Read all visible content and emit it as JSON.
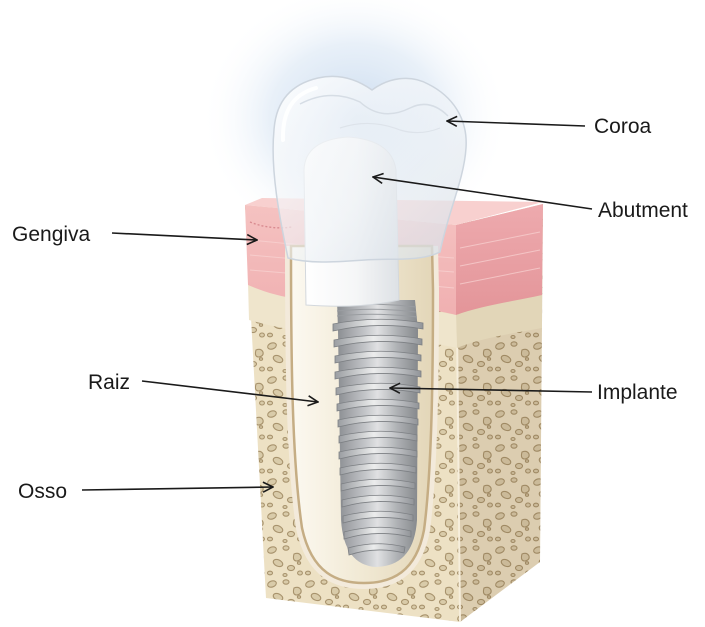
{
  "labels": {
    "crown": "Coroa",
    "abutment": "Abutment",
    "gum": "Gengiva",
    "root": "Raiz",
    "implant": "Implante",
    "bone": "Osso"
  },
  "colors": {
    "glow": "#c7d9ee",
    "gum": "#f0b0b1",
    "gum_side": "#e39599",
    "bone": "#ede1c4",
    "bone_pores": "#a8936d",
    "leader_line": "#1a1a1a",
    "label_text": "#1a1a1a"
  }
}
